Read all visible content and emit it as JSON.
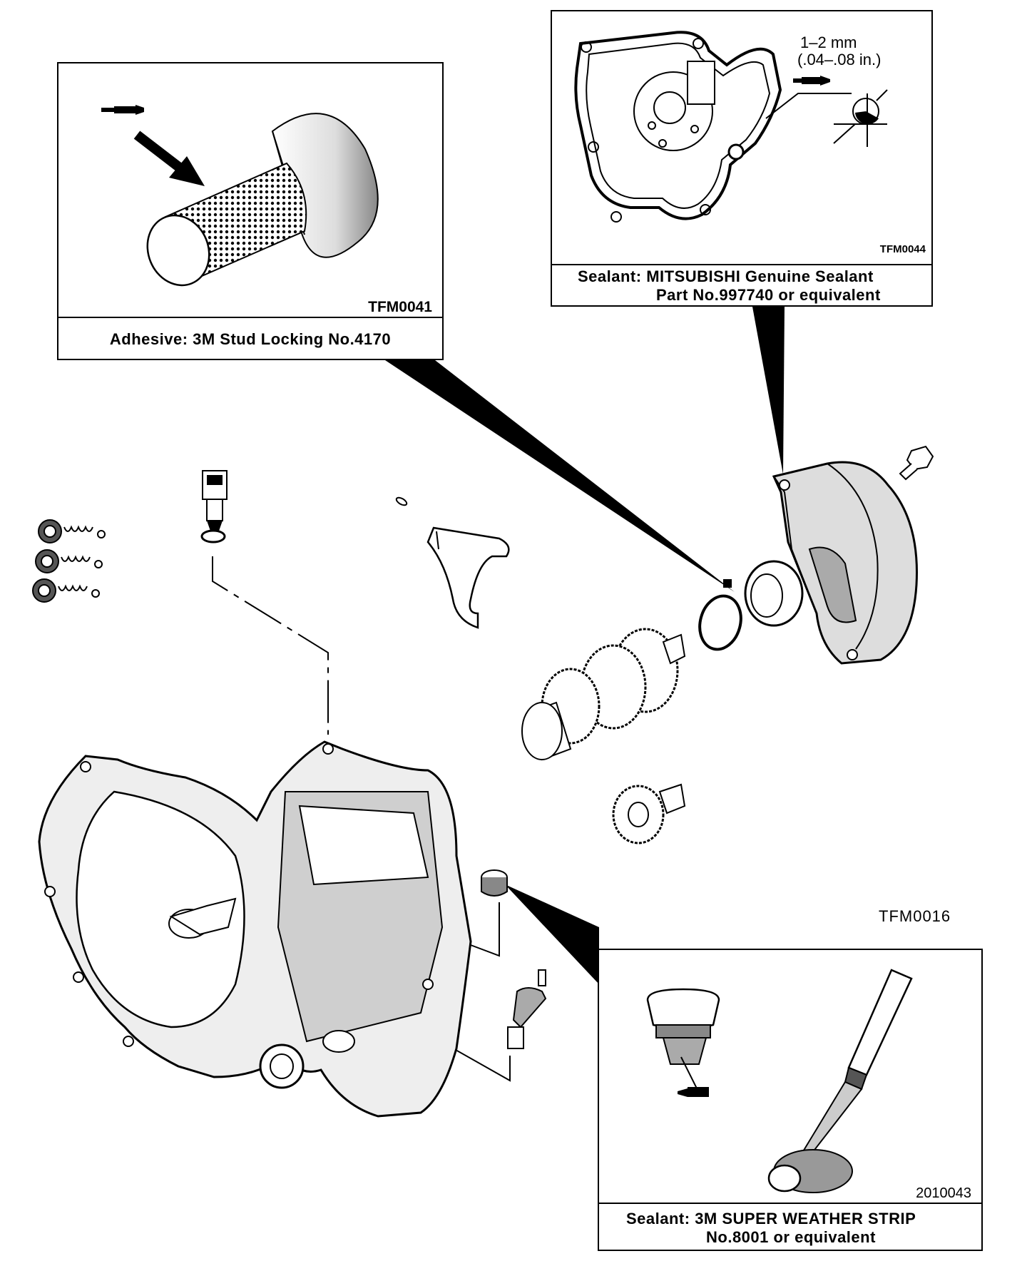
{
  "callouts": {
    "adhesive": {
      "figure_code": "TFM0041",
      "caption": "Adhesive: 3M Stud Locking No.4170"
    },
    "sealant_case": {
      "figure_code": "TFM0044",
      "bead_mm": "1–2 mm",
      "bead_in": "(.04–.08 in.)",
      "caption_line1": "Sealant: MITSUBISHI Genuine Sealant",
      "caption_line2": "Part No.997740 or equivalent"
    },
    "sealant_plug": {
      "figure_code": "2010043",
      "caption_line1": "Sealant: 3M SUPER WEATHER STRIP",
      "caption_line2": "No.8001 or equivalent"
    }
  },
  "main_figure_code": "TFM0016"
}
